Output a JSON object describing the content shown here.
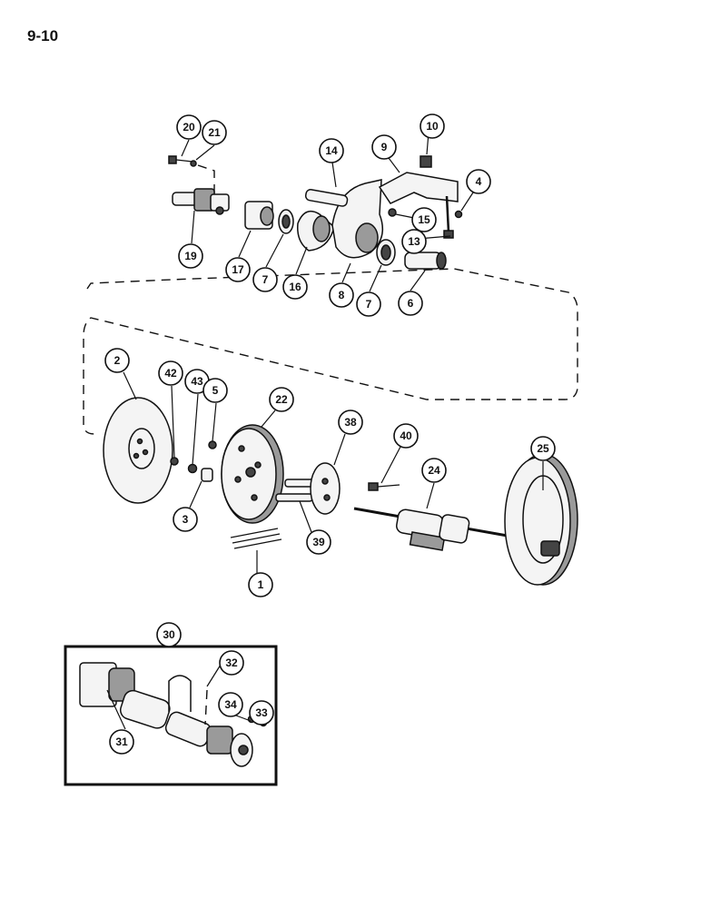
{
  "page": {
    "number": "9-10"
  },
  "callouts": [
    {
      "label": "20"
    },
    {
      "label": "21"
    },
    {
      "label": "14"
    },
    {
      "label": "9"
    },
    {
      "label": "10"
    },
    {
      "label": "4"
    },
    {
      "label": "15"
    },
    {
      "label": "13"
    },
    {
      "label": "19"
    },
    {
      "label": "17"
    },
    {
      "label": "7"
    },
    {
      "label": "16"
    },
    {
      "label": "8"
    },
    {
      "label": "7"
    },
    {
      "label": "6"
    },
    {
      "label": "2"
    },
    {
      "label": "42"
    },
    {
      "label": "43"
    },
    {
      "label": "5"
    },
    {
      "label": "22"
    },
    {
      "label": "38"
    },
    {
      "label": "40"
    },
    {
      "label": "24"
    },
    {
      "label": "25"
    },
    {
      "label": "3"
    },
    {
      "label": "39"
    },
    {
      "label": "1"
    },
    {
      "label": "30"
    },
    {
      "label": "32"
    },
    {
      "label": "34"
    },
    {
      "label": "33"
    },
    {
      "label": "31"
    }
  ]
}
